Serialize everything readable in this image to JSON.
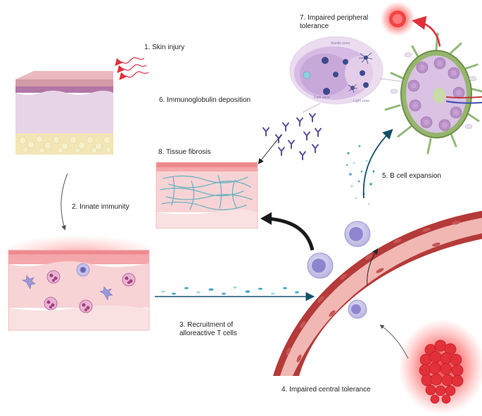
{
  "labels": {
    "step1": "1. Skin injury",
    "step2": "2. Innate immunity",
    "step3_line1": "3. Recruitment of",
    "step3_line2": "alloreactive T cells",
    "step4": "4. Impaired central tolerance",
    "step5": "5. B cell expansion",
    "step6": "6. Immunoglobulin deposition",
    "step7_line1": "7. Impaired peripheral",
    "step7_line2": "tolerance",
    "step8": "8. Tissue fibrosis"
  },
  "germinal_center": {
    "mantle_zone": "Mantle zone",
    "dark_zone": "Dark zone",
    "light_zone": "Light zone"
  },
  "colors": {
    "injury_red": "#e0304a",
    "inflammation_glow": "#ff6b6b",
    "skin_pink": "#f6cfd2",
    "vessel_red": "#b53a3a",
    "cell_lavender": "#c9c6ea",
    "thymus_red": "#e8323c",
    "arrow_teal": "#14506a",
    "fiber_teal": "#6fb3c0"
  }
}
